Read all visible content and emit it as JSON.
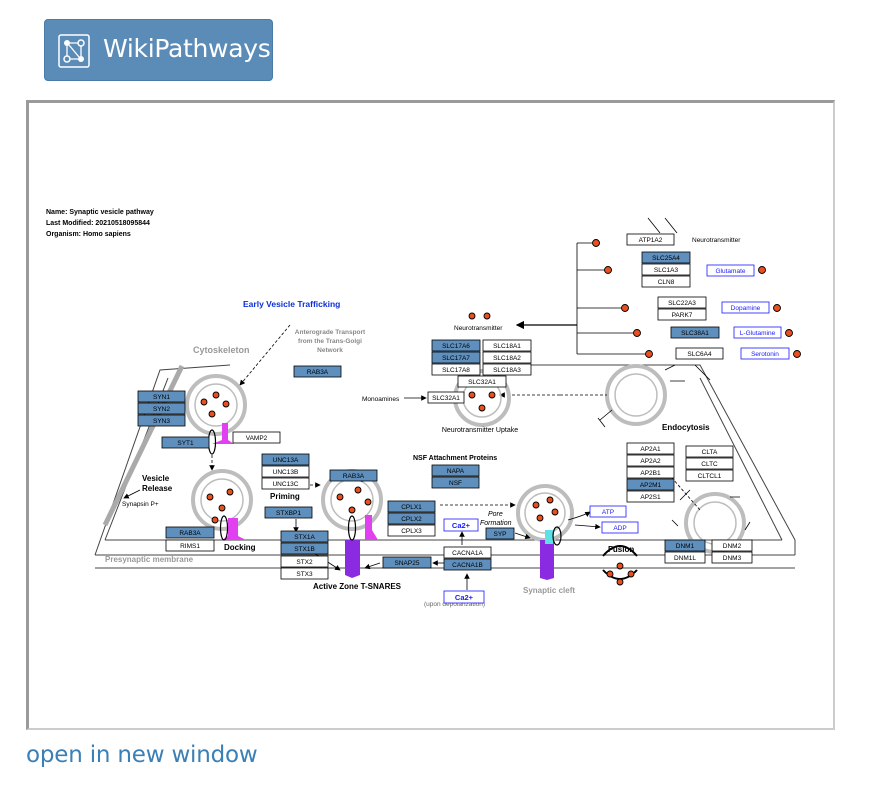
{
  "logo": {
    "text": "WikiPathways"
  },
  "link": {
    "text": "open in new window"
  },
  "info": {
    "name": "Name: Synaptic vesicle pathway",
    "modified": "Last Modified: 20210518095844",
    "organism": "Organism: Homo sapiens"
  },
  "labels": {
    "early_vesicle": "Early Vesicle Trafficking",
    "anterograde_1": "Anterograde Transport",
    "anterograde_2": "from the Trans-Golgi",
    "anterograde_3": "Network",
    "cytoskeleton": "Cytoskeleton",
    "vesicle_release_1": "Vesicle",
    "vesicle_release_2": "Release",
    "synapsin": "Synapsin P+",
    "priming": "Priming",
    "docking": "Docking",
    "presynaptic": "Presynaptic membrane",
    "active_zone": "Active Zone T-SNARES",
    "nsf_attach": "NSF Attachment Proteins",
    "pore_1": "Pore",
    "pore_2": "Formation",
    "synaptic_cleft": "Synaptic cleft",
    "depolarization": "(upon depolarization)",
    "fusion": "Fusion",
    "endocytosis": "Endocytosis",
    "nt_uptake": "Neurotransmitter Uptake",
    "neurotransmitter_top": "Neurotransmitter",
    "neurotransmitter_mid": "Neurotransmitter",
    "monoamines": "Monoamines"
  },
  "genes": {
    "syn1": "SYN1",
    "syn2": "SYN2",
    "syn3": "SYN3",
    "syt1": "SYT1",
    "vamp2": "VAMP2",
    "rab3a_top": "RAB3A",
    "rab3a_mid": "RAB3A",
    "rab3a_low": "RAB3A",
    "rims1": "RIMS1",
    "unc13a": "UNC13A",
    "unc13b": "UNC13B",
    "unc13c": "UNC13C",
    "stxbp1": "STXBP1",
    "stx1a": "STX1A",
    "stx1b": "STX1B",
    "stx2": "STX2",
    "stx3": "STX3",
    "snap25": "SNAP25",
    "cplx1": "CPLX1",
    "cplx2": "CPLX2",
    "cplx3": "CPLX3",
    "napa": "NAPA",
    "nsf": "NSF",
    "syp": "SYP",
    "cacna1a": "CACNA1A",
    "cacna1b": "CACNA1B",
    "slc17a6": "SLC17A6",
    "slc17a7": "SLC17A7",
    "slc17a8": "SLC17A8",
    "slc18a1": "SLC18A1",
    "slc18a2": "SLC18A2",
    "slc18a3": "SLC18A3",
    "slc32a1_a": "SLC32A1",
    "slc32a1_b": "SLC32A1",
    "atp1a2": "ATP1A2",
    "slc25a4": "SLC25A4",
    "slc1a3": "SLC1A3",
    "cln8": "CLN8",
    "slc22a3": "SLC22A3",
    "park7": "PARK7",
    "slc38a1": "SLC38A1",
    "slc6a4": "SLC6A4",
    "ap2a1": "AP2A1",
    "ap2a2": "AP2A2",
    "ap2b1": "AP2B1",
    "ap2m1": "AP2M1",
    "ap2s1": "AP2S1",
    "clta": "CLTA",
    "cltc": "CLTC",
    "cltcl1": "CLTCL1",
    "dnm1": "DNM1",
    "dnm1l": "DNM1L",
    "dnm2": "DNM2",
    "dnm3": "DNM3"
  },
  "metabolites": {
    "glutamate": "Glutamate",
    "dopamine": "Dopamine",
    "l_glutamine": "L-Glutamine",
    "serotonin": "Serotonin",
    "atp": "ATP",
    "adp": "ADP",
    "ca_top": "Ca2+",
    "ca_bottom": "Ca2+"
  },
  "colors": {
    "gene_fill": "#5f8fbd",
    "metabolite": "#1a1aff",
    "label_blue": "#0a2fd6",
    "snare_magenta": "#e040f0",
    "snare_purple": "#8a2be2",
    "vesicle_gray": "#bdbdbd",
    "dot_fill": "#e85020"
  }
}
